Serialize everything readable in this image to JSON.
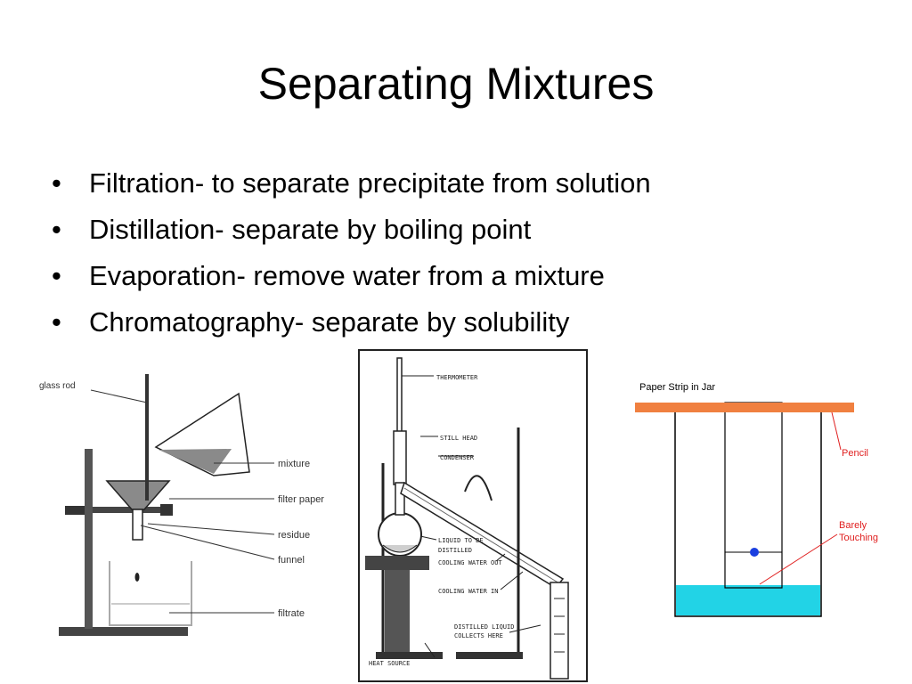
{
  "slide": {
    "title": "Separating Mixtures",
    "bullets": [
      "Filtration- to separate precipitate from solution",
      "Distillation- separate by boiling point",
      "Evaporation- remove water from a mixture",
      "Chromatography- separate by solubility"
    ]
  },
  "filtration_figure": {
    "labels": {
      "glass_rod": "glass rod",
      "mixture": "mixture",
      "filter_paper": "filter paper",
      "residue": "residue",
      "funnel": "funnel",
      "filtrate": "filtrate"
    }
  },
  "distillation_figure": {
    "labels": {
      "thermometer": "THERMOMETER",
      "still_head": "STILL HEAD",
      "condenser": "CONDENSER",
      "liquid_line1": "LIQUID TO BE",
      "liquid_line2": "DISTILLED",
      "cooling_out": "COOLING WATER OUT",
      "cooling_in": "COOLING WATER IN",
      "distilled_line1": "DISTILLED LIQUID",
      "distilled_line2": "COLLECTS HERE",
      "heat_source": "HEAT SOURCE"
    }
  },
  "chromatography_figure": {
    "labels": {
      "title": "Paper Strip in Jar",
      "pencil": "Pencil",
      "barely_line1": "Barely",
      "barely_line2": "Touching"
    },
    "colors": {
      "pencil": "#f08040",
      "water": "#22d3e6",
      "dot": "#1a3fe0",
      "label_red": "#e02020"
    }
  }
}
